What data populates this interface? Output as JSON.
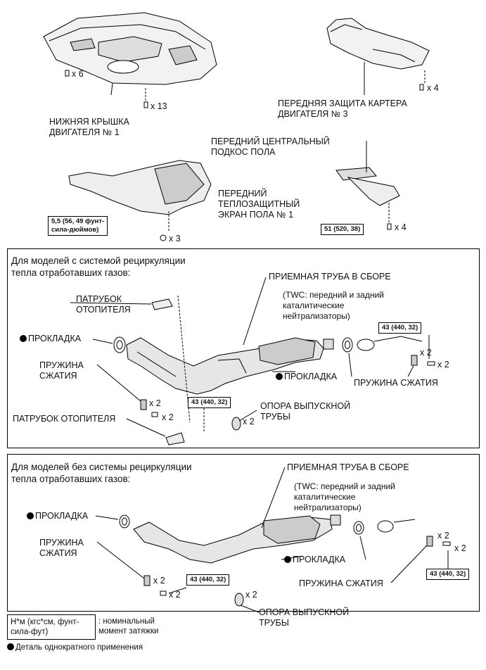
{
  "top": {
    "lower_cover_1": [
      "НИЖНЯЯ КРЫШКА",
      "ДВИГАТЕЛЯ № 1"
    ],
    "front_cover_3": [
      "ПЕРЕДНЯЯ ЗАЩИТА КАРТЕРА",
      "ДВИГАТЕЛЯ № 3"
    ],
    "center_brace": [
      "ПЕРЕДНИЙ ЦЕНТРАЛЬНЫЙ",
      "ПОДКОС ПОЛА"
    ],
    "heat_shield_1": [
      "ПЕРЕДНИЙ",
      "ТЕПЛОЗАЩИТНЫЙ",
      "ЭКРАН ПОЛА № 1"
    ],
    "qty_x6": "x 6",
    "qty_x13": "x 13",
    "qty_x4_a": "x 4",
    "qty_x3": "x 3",
    "qty_x4_b": "x 4",
    "torque_heat_shield": [
      "5,5 (56, 49 фунт-",
      "сила-дюймов)"
    ],
    "torque_brace": "51 (520, 38)"
  },
  "panel1": {
    "header": [
      "Для моделей с системой рециркуляции",
      "тепла отработавших газов:"
    ],
    "heater_pipe_1": [
      "ПАТРУБОК",
      "ОТОПИТЕЛЯ"
    ],
    "gasket_left": "ПРОКЛАДКА",
    "spring_left": [
      "ПРУЖИНА",
      "СЖАТИЯ"
    ],
    "heater_pipe_2": "ПАТРУБОК ОТОПИТЕЛЯ",
    "pipe_assy": "ПРИЕМНАЯ ТРУБА В СБОРЕ",
    "twc": [
      "(TWC: передний и задний",
      "каталитические",
      "нейтрализаторы)"
    ],
    "gasket_right": "ПРОКЛАДКА",
    "spring_right": "ПРУЖИНА СЖАТИЯ",
    "support": [
      "ОПОРА ВЫПУСКНОЙ",
      "ТРУБЫ"
    ],
    "torque_left": "43 (440, 32)",
    "torque_right": "43 (440, 32)",
    "qty_spring_l": "x 2",
    "qty_bolt_l": "x 2",
    "qty_support": "x 2",
    "qty_spring_r": "x 2",
    "qty_bolt_r": "x 2"
  },
  "panel2": {
    "header": [
      "Для моделей без системы рециркуляции",
      "тепла отработавших газов:"
    ],
    "pipe_assy": "ПРИЕМНАЯ ТРУБА В СБОРЕ",
    "twc": [
      "(TWC: передний и задний",
      "каталитические",
      "нейтрализаторы)"
    ],
    "gasket_left": "ПРОКЛАДКА",
    "spring_left": [
      "ПРУЖИНА",
      "СЖАТИЯ"
    ],
    "gasket_right": "ПРОКЛАДКА",
    "spring_right": "ПРУЖИНА СЖАТИЯ",
    "support": [
      "ОПОРА ВЫПУСКНОЙ",
      "ТРУБЫ"
    ],
    "torque_left": "43 (440, 32)",
    "torque_right": "43 (440, 32)",
    "qty_spring_l": "x 2",
    "qty_bolt_l": "x 2",
    "qty_support": "x 2",
    "qty_spring_r": "x 2",
    "qty_bolt_r": "x 2"
  },
  "legend": {
    "unit_box": [
      "Н*м (кгс*см, фунт-",
      "сила-фут)"
    ],
    "unit_desc": [
      ": номинальный",
      "момент затяжки"
    ],
    "non_reusable": "Деталь однократного применения"
  }
}
